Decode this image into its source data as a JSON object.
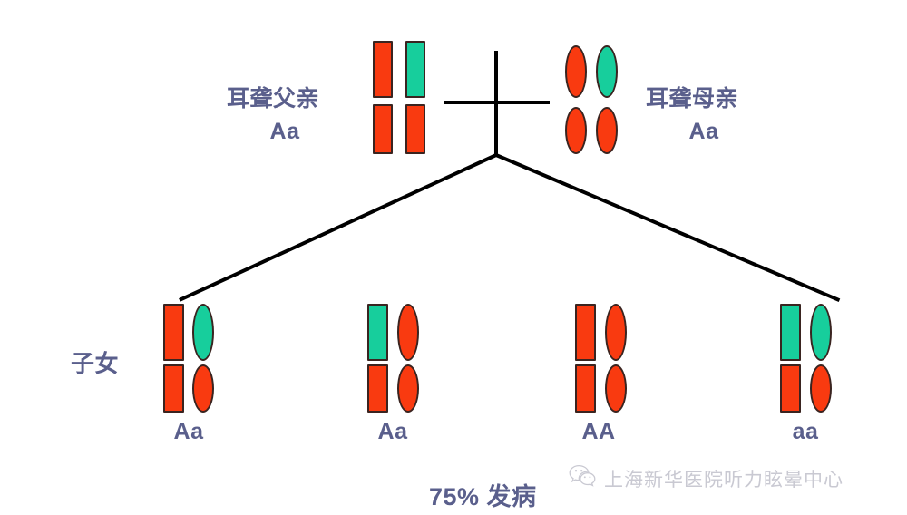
{
  "diagram": {
    "title_text_color": "#5a5f8c",
    "allele_colors": {
      "dominant_red": "#f93a10",
      "recessive_green": "#17ce9c",
      "outline": "#3a2420"
    },
    "cross_symbol": "+",
    "parents": [
      {
        "id": "father",
        "name": "耳聋父亲",
        "genotype": "Aa",
        "shape": "rect",
        "chromosomes": [
          {
            "slot": "top-left",
            "color": "red"
          },
          {
            "slot": "top-right",
            "color": "green"
          },
          {
            "slot": "bottom-left",
            "color": "red"
          },
          {
            "slot": "bottom-right",
            "color": "red"
          }
        ]
      },
      {
        "id": "mother",
        "name": "耳聋母亲",
        "genotype": "Aa",
        "shape": "ellipse",
        "chromosomes": [
          {
            "slot": "top-left",
            "color": "red"
          },
          {
            "slot": "top-right",
            "color": "green"
          },
          {
            "slot": "bottom-left",
            "color": "red"
          },
          {
            "slot": "bottom-right",
            "color": "red"
          }
        ]
      }
    ],
    "offspring_label": "子女",
    "children": [
      {
        "id": "child-1",
        "genotype": "Aa",
        "chromosomes": [
          {
            "slot": "top-left",
            "shape": "rect",
            "color": "red"
          },
          {
            "slot": "top-right",
            "shape": "ellipse",
            "color": "green"
          },
          {
            "slot": "bottom-left",
            "shape": "rect",
            "color": "red"
          },
          {
            "slot": "bottom-right",
            "shape": "ellipse",
            "color": "red"
          }
        ]
      },
      {
        "id": "child-2",
        "genotype": "Aa",
        "chromosomes": [
          {
            "slot": "top-left",
            "shape": "rect",
            "color": "green"
          },
          {
            "slot": "top-right",
            "shape": "ellipse",
            "color": "red"
          },
          {
            "slot": "bottom-left",
            "shape": "rect",
            "color": "red"
          },
          {
            "slot": "bottom-right",
            "shape": "ellipse",
            "color": "red"
          }
        ]
      },
      {
        "id": "child-3",
        "genotype": "AA",
        "chromosomes": [
          {
            "slot": "top-left",
            "shape": "rect",
            "color": "red"
          },
          {
            "slot": "top-right",
            "shape": "ellipse",
            "color": "red"
          },
          {
            "slot": "bottom-left",
            "shape": "rect",
            "color": "red"
          },
          {
            "slot": "bottom-right",
            "shape": "ellipse",
            "color": "red"
          }
        ]
      },
      {
        "id": "child-4",
        "genotype": "aa",
        "chromosomes": [
          {
            "slot": "top-left",
            "shape": "rect",
            "color": "green"
          },
          {
            "slot": "top-right",
            "shape": "ellipse",
            "color": "green"
          },
          {
            "slot": "bottom-left",
            "shape": "rect",
            "color": "red"
          },
          {
            "slot": "bottom-right",
            "shape": "ellipse",
            "color": "red"
          }
        ]
      }
    ],
    "risk_text": "75% 发病"
  },
  "watermark": {
    "icon": "wechat-icon",
    "text": "上海新华医院听力眩晕中心"
  }
}
